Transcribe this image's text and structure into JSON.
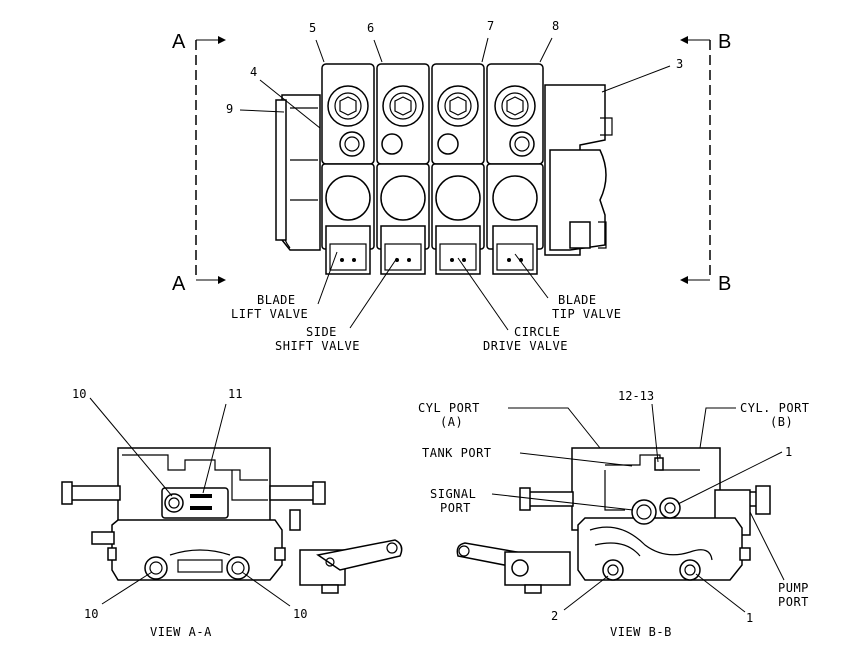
{
  "top_view": {
    "callouts": {
      "n5": "5",
      "n6": "6",
      "n7": "7",
      "n8": "8",
      "n4": "4",
      "n9": "9",
      "n3": "3"
    },
    "section_labels": {
      "a_top": "A",
      "a_bottom": "A",
      "b_top": "B",
      "b_bottom": "B"
    },
    "valves": {
      "blade_lift_1": "BLADE",
      "blade_lift_2": "LIFT VALVE",
      "side_shift_1": "SIDE",
      "side_shift_2": "SHIFT VALVE",
      "circle_drive_1": "CIRCLE",
      "circle_drive_2": "DRIVE VALVE",
      "blade_tip_1": "BLADE",
      "blade_tip_2": "TIP VALVE"
    }
  },
  "view_aa": {
    "title": "VIEW A-A",
    "callouts": {
      "n10_top": "10",
      "n11": "11",
      "n10_left": "10",
      "n10_right": "10"
    }
  },
  "view_bb": {
    "title": "VIEW B-B",
    "ports": {
      "cyl_a_1": "CYL PORT",
      "cyl_a_2": "(A)",
      "cyl_b_1": "CYL. PORT",
      "cyl_b_2": "(B)",
      "tank": "TANK PORT",
      "signal_1": "SIGNAL",
      "signal_2": "PORT",
      "pump_1": "PUMP",
      "pump_2": "PORT"
    },
    "callouts": {
      "n12_13": "12-13",
      "n1_top": "1",
      "n2": "2",
      "n1_bottom": "1"
    }
  }
}
